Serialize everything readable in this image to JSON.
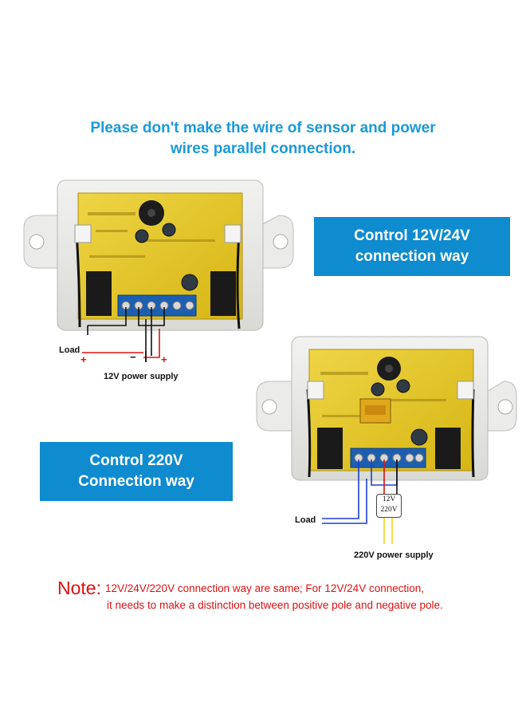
{
  "headline": {
    "line1": "Please don't make the wire of sensor and power",
    "line2": "wires parallel connection."
  },
  "box_12v": {
    "line1": "Control 12V/24V",
    "line2": "connection way"
  },
  "box_220v": {
    "line1": "Control 220V",
    "line2": "Connection way"
  },
  "diagram_12v": {
    "load_label": "Load",
    "supply_label": "12V power supply",
    "plus_left": "+",
    "minus": "−",
    "plus_right": "+"
  },
  "diagram_220v": {
    "load_label": "Load",
    "supply_label": "220V power supply",
    "ps_line1": "12V",
    "ps_line2": "220V"
  },
  "note": {
    "title": "Note:",
    "line1": "12V/24V/220V connection way are same; For 12V/24V connection,",
    "line2": "it needs to make a distinction between positive pole and negative pole."
  },
  "colors": {
    "accent_blue": "#0f8bcf",
    "headline_blue": "#1a9ad9",
    "note_red": "#e01010",
    "pcb_yellow": "#e3c21a",
    "terminal_blue": "#1c5fb0"
  }
}
